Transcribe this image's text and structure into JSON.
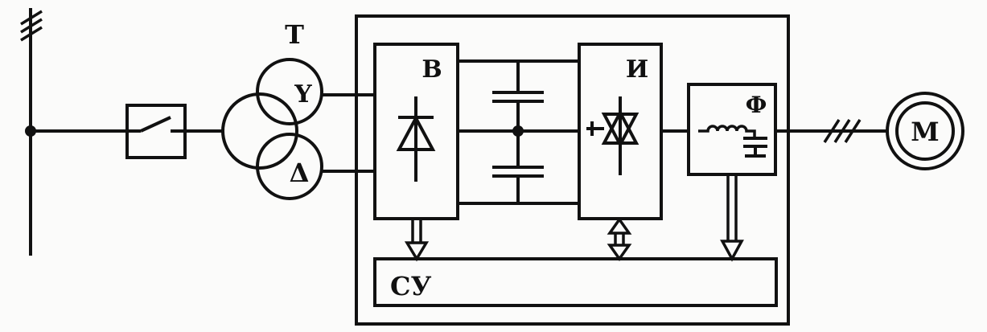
{
  "labels": {
    "transformer": "Т",
    "wye": "Y",
    "delta": "Δ",
    "rectifier": "В",
    "inverter": "И",
    "filter": "Ф",
    "motor": "М",
    "control_unit": "СУ"
  }
}
